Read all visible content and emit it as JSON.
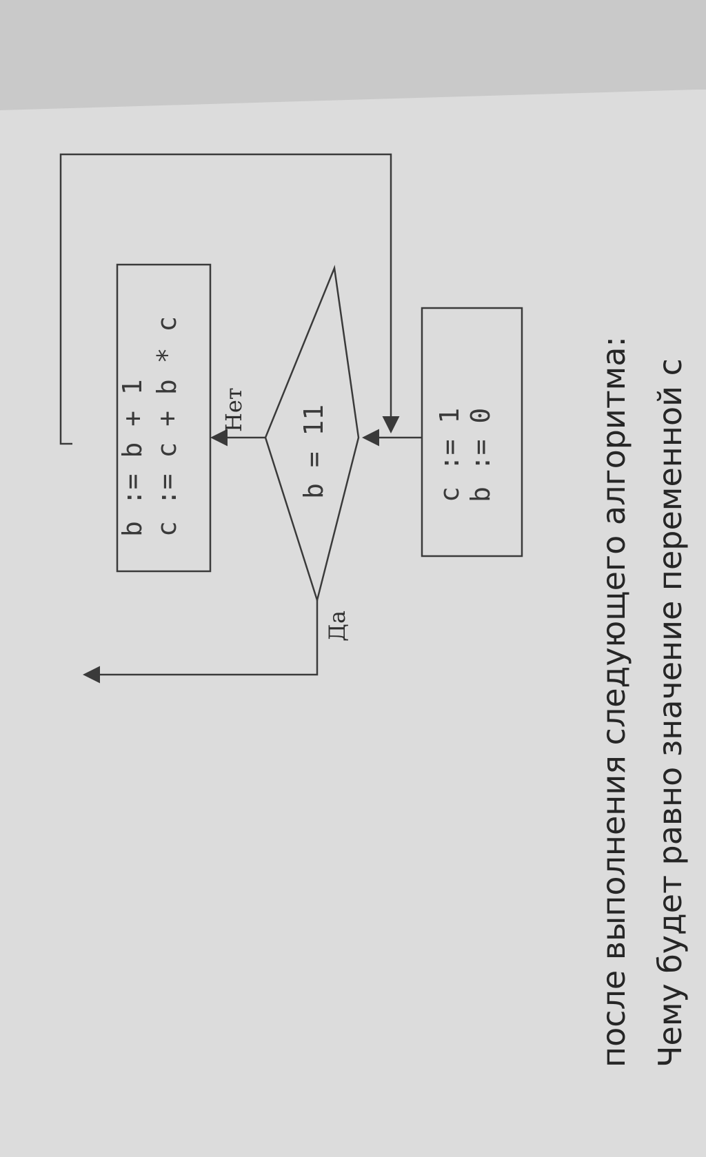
{
  "question": {
    "line1": "Чему  будет равно значение переменной с",
    "line2": "после выполнения следующего алгоритма:"
  },
  "init_block": {
    "line1": "b := 0",
    "line2": "c := 1"
  },
  "condition": {
    "text": "b = 11",
    "no_label": "Нет",
    "yes_label": "Да"
  },
  "body_block": {
    "line1": "c := c + b * c",
    "line2": "b := b + 1"
  },
  "colors": {
    "paper": "#dcdcdc",
    "background": "#c9c9c9",
    "ink": "#3a3a3a"
  }
}
